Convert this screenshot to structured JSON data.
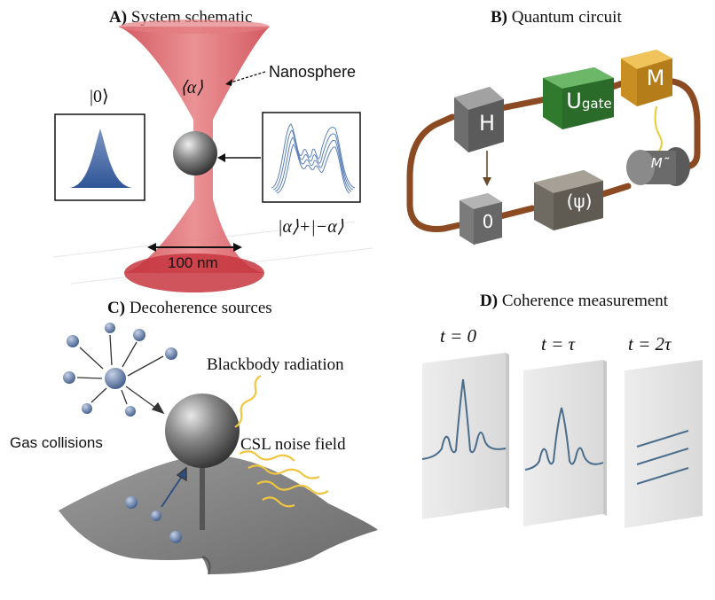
{
  "panel_a": {
    "letter": "A)",
    "title": "System schematic",
    "state_zero": "|0⟩",
    "state_alpha": "⟨α⟩",
    "nanosphere": "Nanosphere",
    "superposition": "|α⟩+|−α⟩",
    "scale": "100 nm"
  },
  "panel_b": {
    "letter": "B)",
    "title": "Quantum circuit",
    "gate_h": "H",
    "gate_u_main": "U",
    "gate_u_sub": "gate",
    "gate_m": "M",
    "gate_m2": "M˜",
    "gate_zero": "0",
    "gate_psi": "(ψ)"
  },
  "panel_c": {
    "letter": "C)",
    "title": "Decoherence  sources",
    "gas": "Gas collisions",
    "blackbody": "Blackbody radiation",
    "csl": "CSL noise field"
  },
  "panel_d": {
    "letter": "D)",
    "title": "Coherence measurement",
    "t0": "t = 0",
    "t1": "t = τ",
    "t2": "t = 2τ"
  },
  "colors": {
    "beam": "#d9545a",
    "gate_gray": "#8c8c8c",
    "gate_green": "#3f8a3c",
    "gate_gold": "#d8a232",
    "wire": "#8b4a22",
    "curve": "#4a6d8c",
    "wavy": "#f0c640"
  }
}
